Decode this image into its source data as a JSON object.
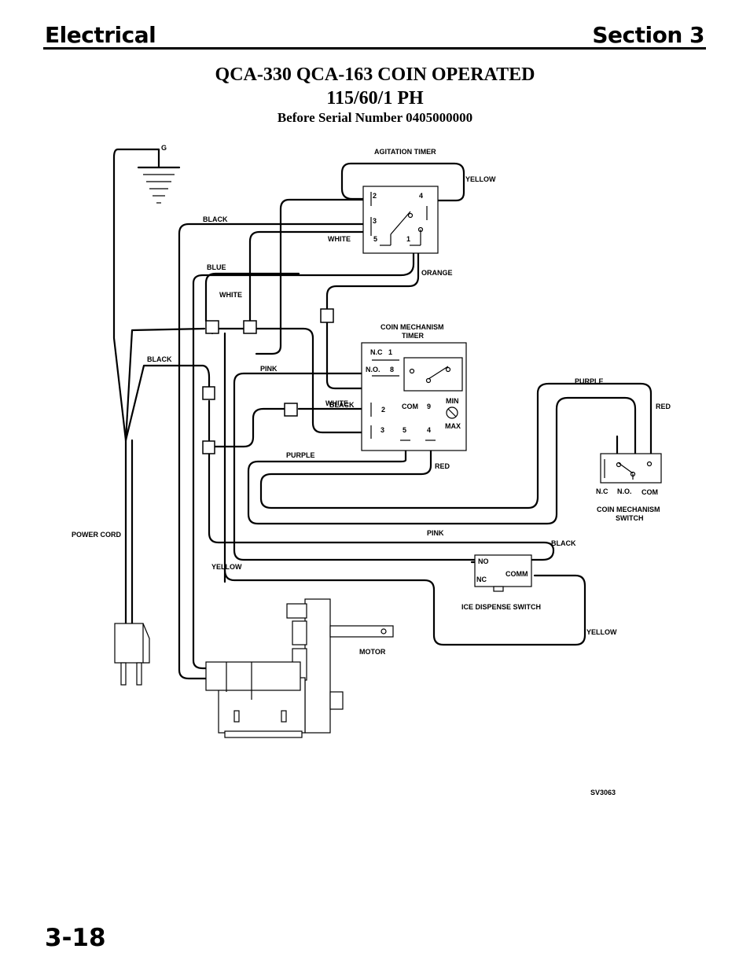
{
  "header": {
    "left": "Electrical",
    "right": "Section 3"
  },
  "title": {
    "line1": "QCA-330 QCA-163 COIN OPERATED",
    "line2": "115/60/1 PH",
    "line3": "Before Serial Number 0405000000"
  },
  "page_number": "3-18",
  "labels": {
    "ground": "G",
    "agitation_timer": "AGITATION TIMER",
    "yellow_top": "YELLOW",
    "black_top": "BLACK",
    "white_timer": "WHITE",
    "blue": "BLUE",
    "orange": "ORANGE",
    "white_left": "WHITE",
    "coin_timer_1": "COIN MECHANISM",
    "coin_timer_2": "TIMER",
    "black_left": "BLACK",
    "pink_top": "PINK",
    "purple_top": "PURPLE",
    "red_right": "RED",
    "white_overlap": "WHITE",
    "black_overlap": "BLACK",
    "purple_mid": "PURPLE",
    "red_mid": "RED",
    "power_cord": "POWER CORD",
    "pink_bottom": "PINK",
    "black_right": "BLACK",
    "yellow_left": "YELLOW",
    "ice_switch": "ICE DISPENSE SWITCH",
    "yellow_right": "YELLOW",
    "motor": "MOTOR",
    "coin_switch_1": "COIN MECHANISM",
    "coin_switch_2": "SWITCH",
    "drawing_number": "SV3063"
  },
  "agitation_timer_terminals": {
    "t2": "2",
    "t4": "4",
    "t3": "3",
    "t5": "5",
    "t1": "1"
  },
  "coin_timer_terminals": {
    "nc": "N.C",
    "one": "1",
    "no": "N.O.",
    "eight": "8",
    "two": "2",
    "com": "COM",
    "nine": "9",
    "min": "MIN",
    "max": "MAX",
    "three": "3",
    "five": "5",
    "four": "4"
  },
  "coin_switch_terminals": {
    "nc": "N.C",
    "no": "N.O.",
    "com": "COM"
  },
  "ice_switch_terminals": {
    "no": "NO",
    "nc": "NC",
    "comm": "COMM"
  }
}
